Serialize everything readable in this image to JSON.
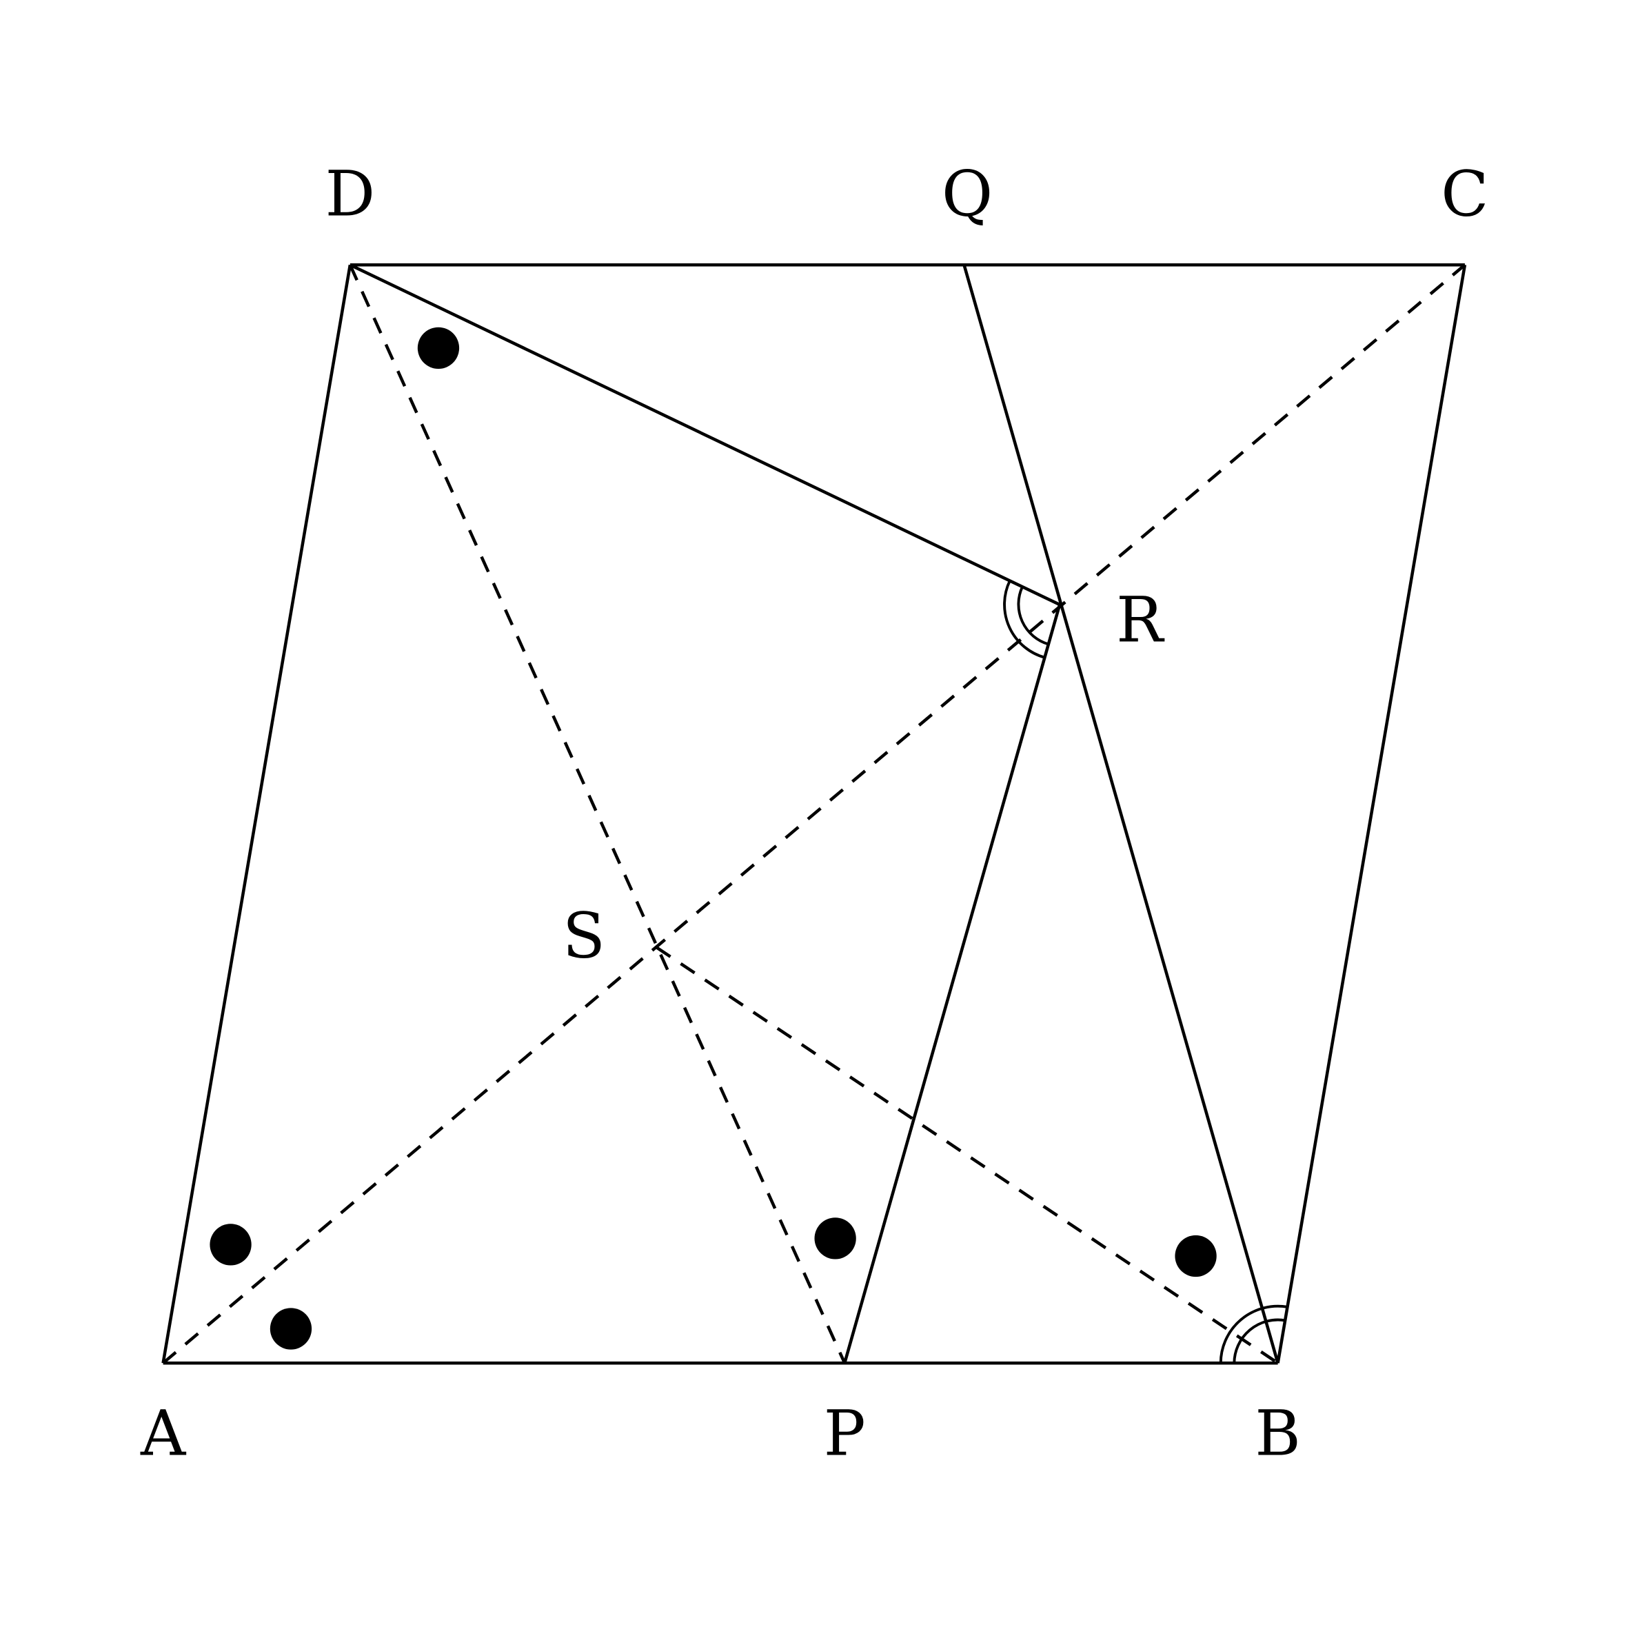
{
  "diagram": {
    "points": {
      "A": "A",
      "B": "B",
      "C": "C",
      "D": "D",
      "P": "P",
      "Q": "Q",
      "R": "R",
      "S": "S"
    },
    "colors": {
      "stroke": "#000000",
      "background": "#ffffff"
    }
  }
}
